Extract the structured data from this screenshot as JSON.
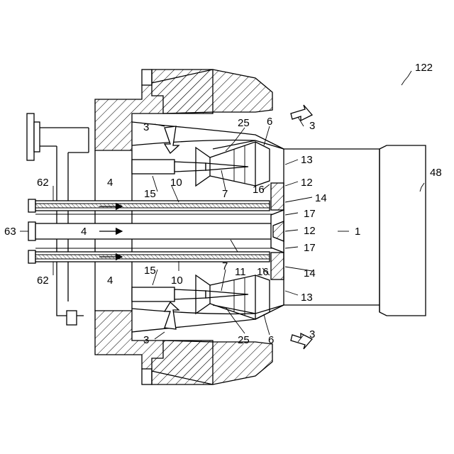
{
  "figure": {
    "labels": {
      "l122": "122",
      "l48": "48",
      "l1": "1",
      "l3a": "3",
      "l3b": "3",
      "l3c": "3",
      "l3d": "3",
      "l25a": "25",
      "l25b": "25",
      "l6a": "6",
      "l6b": "6",
      "l13a": "13",
      "l13b": "13",
      "l12a": "12",
      "l12b": "12",
      "l14a": "14",
      "l14b": "14",
      "l17a": "17",
      "l17b": "17",
      "l16a": "16",
      "l16b": "16",
      "l7a": "7",
      "l7b": "7",
      "l15a": "15",
      "l15b": "15",
      "l10a": "10",
      "l10b": "10",
      "l11": "11",
      "l4a": "4",
      "l4b": "4",
      "l4c": "4",
      "l62a": "62",
      "l62b": "62",
      "l63": "63"
    }
  }
}
